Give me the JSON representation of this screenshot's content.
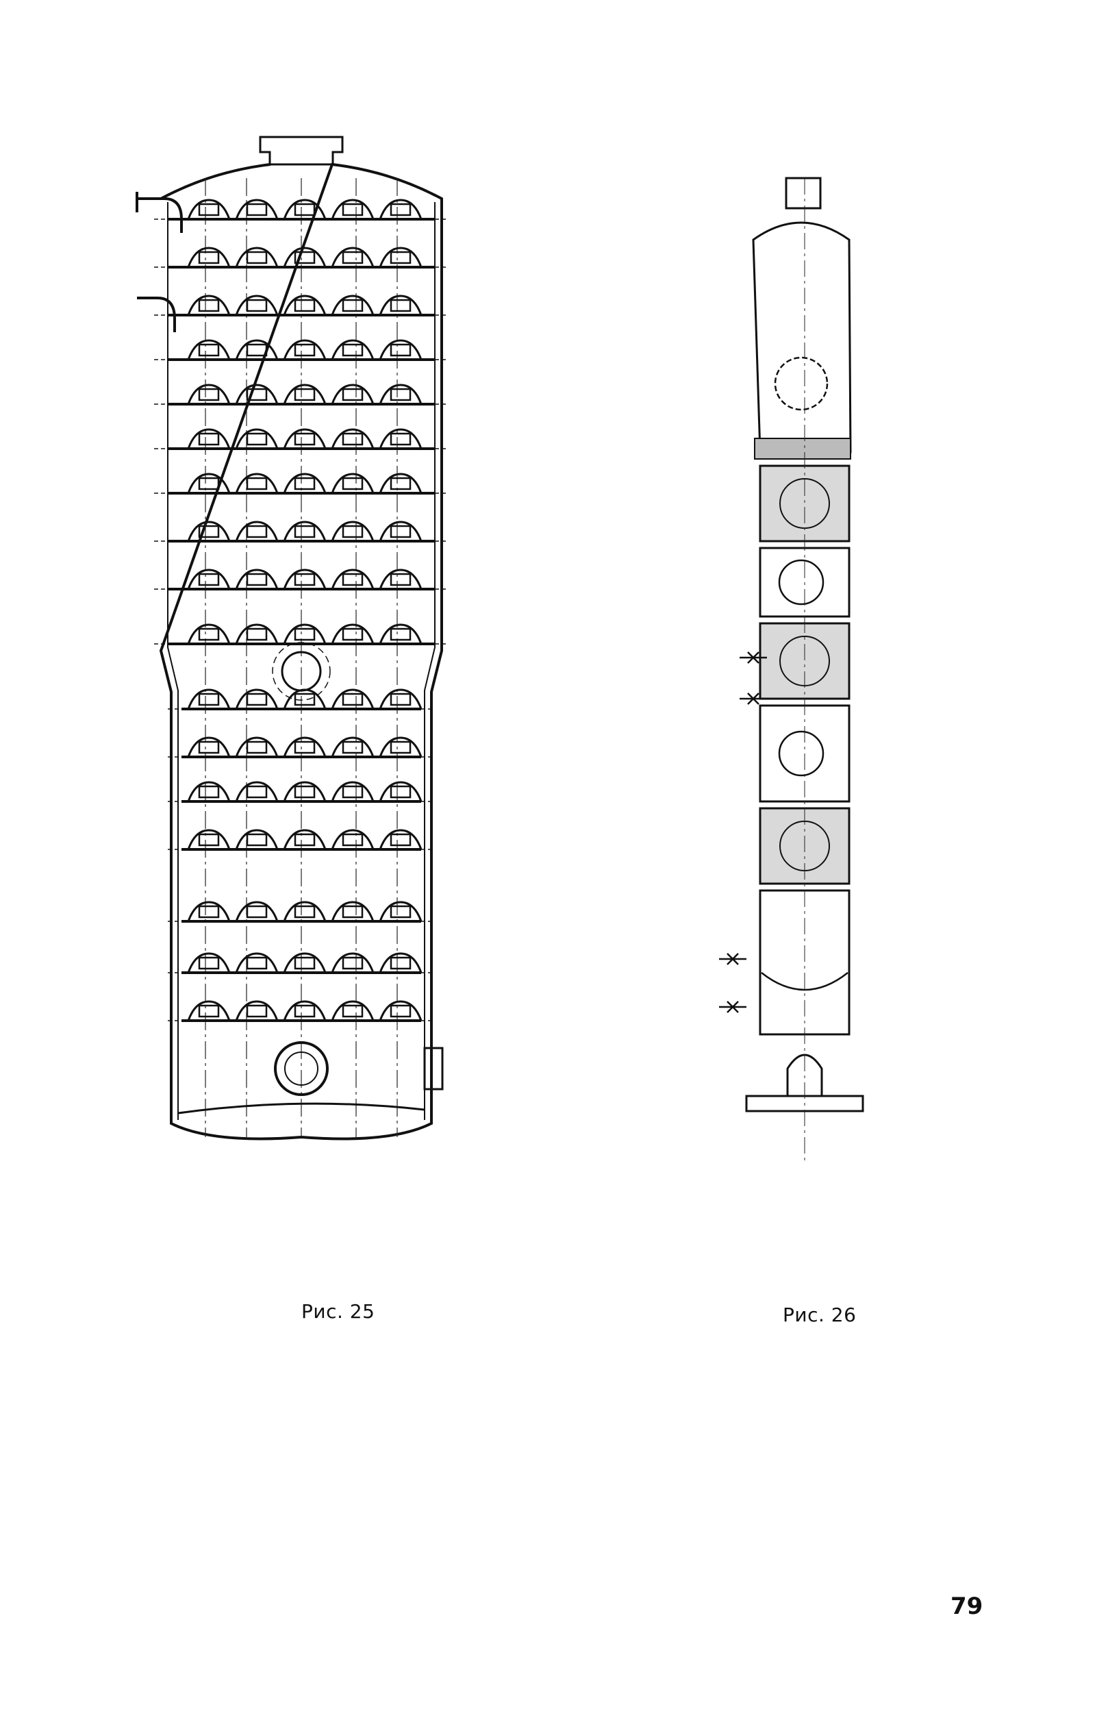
{
  "figures": [
    {
      "caption": "Рис. 25"
    },
    {
      "caption": "Рис. 26"
    }
  ],
  "page_number": "79"
}
